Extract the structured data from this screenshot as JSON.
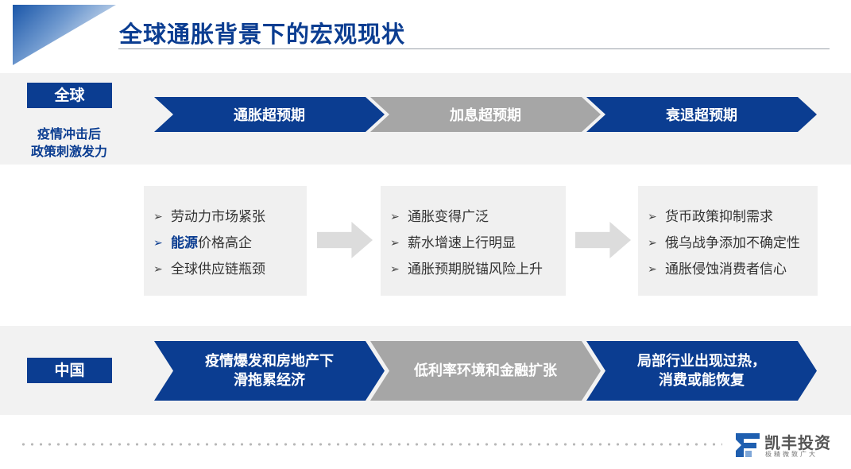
{
  "title": "全球通胀背景下的宏观现状",
  "global": {
    "label": "全球",
    "sublabel_line1": "疫情冲击后",
    "sublabel_line2": "政策刺激发力",
    "stages": [
      "通胀超预期",
      "加息超预期",
      "衰退超预期"
    ]
  },
  "boxes": [
    {
      "items": [
        {
          "bold": "",
          "text": "劳动力市场紧张"
        },
        {
          "bold": "能源",
          "text": "价格高企"
        },
        {
          "bold": "",
          "text": "全球供应链瓶颈"
        }
      ]
    },
    {
      "items": [
        {
          "bold": "",
          "text": "通胀变得广泛"
        },
        {
          "bold": "",
          "text": "薪水增速上行明显"
        },
        {
          "bold": "",
          "text": "通胀预期脱锚风险上升"
        }
      ]
    },
    {
      "items": [
        {
          "bold": "",
          "text": "货币政策抑制需求"
        },
        {
          "bold": "",
          "text": "俄乌战争添加不确定性"
        },
        {
          "bold": "",
          "text": "通胀侵蚀消费者信心"
        }
      ]
    }
  ],
  "china": {
    "label": "中国",
    "stages": [
      {
        "line1": "疫情爆发和房地产下",
        "line2": "滑拖累经济"
      },
      {
        "line1": "低利率环境和金融扩张",
        "line2": ""
      },
      {
        "line1": "局部行业出现过热，",
        "line2": "消费或能恢复"
      }
    ]
  },
  "logo": {
    "name": "凯丰投资",
    "tagline": "极精微致广大"
  },
  "colors": {
    "accent": "#0b3d91",
    "gray_stage": "#a6a6a6",
    "band": "#f2f2f2"
  }
}
